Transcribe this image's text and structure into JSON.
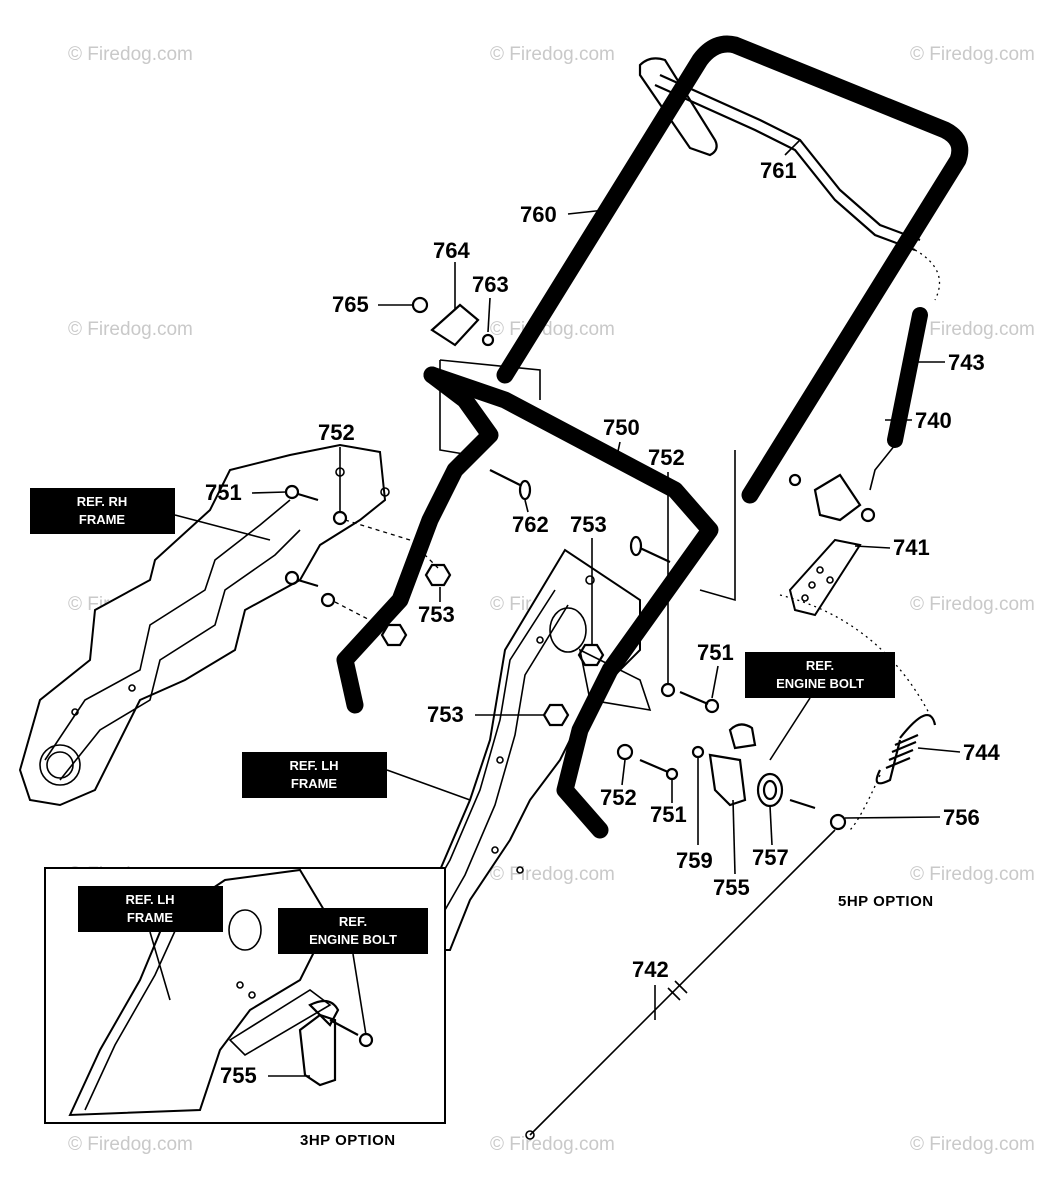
{
  "watermark": {
    "text": "© Firedog.com"
  },
  "parts": [
    {
      "id": "p760",
      "number": "760"
    },
    {
      "id": "p761",
      "number": "761"
    },
    {
      "id": "p764",
      "number": "764"
    },
    {
      "id": "p763",
      "number": "763"
    },
    {
      "id": "p765",
      "number": "765"
    },
    {
      "id": "p743",
      "number": "743"
    },
    {
      "id": "p740",
      "number": "740"
    },
    {
      "id": "p750",
      "number": "750"
    },
    {
      "id": "p752a",
      "number": "752"
    },
    {
      "id": "p752b",
      "number": "752"
    },
    {
      "id": "p752c",
      "number": "752"
    },
    {
      "id": "p751a",
      "number": "751"
    },
    {
      "id": "p751b",
      "number": "751"
    },
    {
      "id": "p751c",
      "number": "751"
    },
    {
      "id": "p762",
      "number": "762"
    },
    {
      "id": "p753a",
      "number": "753"
    },
    {
      "id": "p753b",
      "number": "753"
    },
    {
      "id": "p753c",
      "number": "753"
    },
    {
      "id": "p741",
      "number": "741"
    },
    {
      "id": "p744",
      "number": "744"
    },
    {
      "id": "p756",
      "number": "756"
    },
    {
      "id": "p757",
      "number": "757"
    },
    {
      "id": "p759",
      "number": "759"
    },
    {
      "id": "p755a",
      "number": "755"
    },
    {
      "id": "p755b",
      "number": "755"
    },
    {
      "id": "p742",
      "number": "742"
    }
  ],
  "references": {
    "rh_frame": [
      "REF. RH",
      "FRAME"
    ],
    "lh_frame": [
      "REF. LH",
      "FRAME"
    ],
    "engine_bolt": [
      "REF.",
      "ENGINE BOLT"
    ],
    "inset_lh_frame": [
      "REF. LH",
      "FRAME"
    ],
    "inset_engine_bolt": [
      "REF.",
      "ENGINE BOLT"
    ]
  },
  "captions": {
    "five_hp": "5HP OPTION",
    "three_hp": "3HP OPTION"
  }
}
